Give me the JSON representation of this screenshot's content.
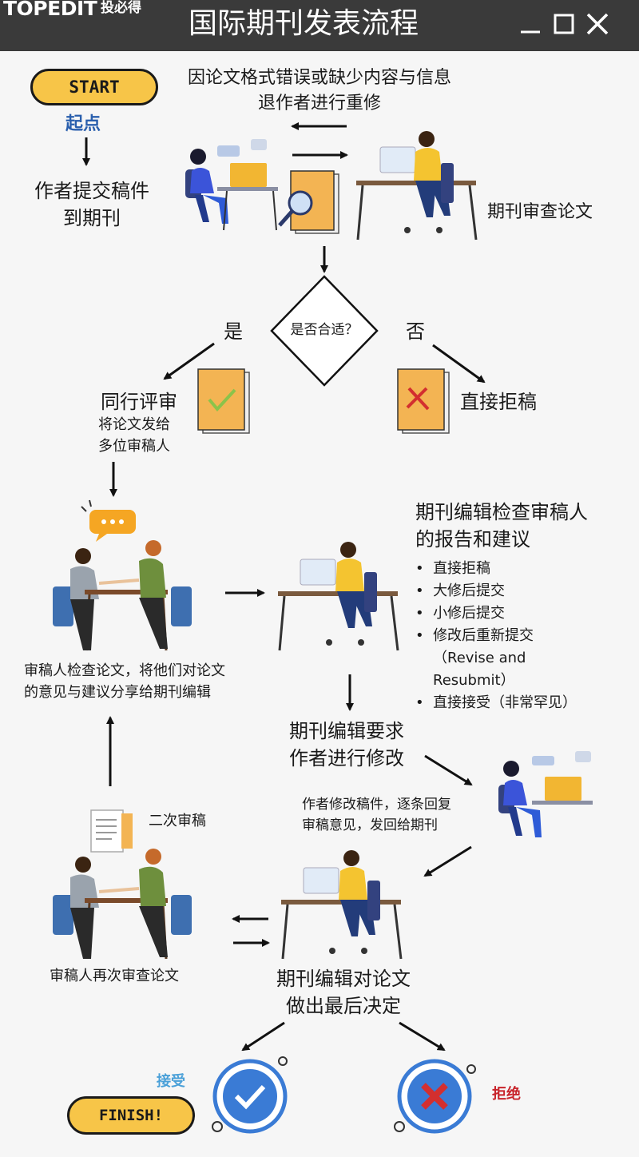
{
  "brand": {
    "logo": "TOPEDIT",
    "logo_cn": "投必得"
  },
  "window": {
    "title": "国际期刊发表流程"
  },
  "colors": {
    "titlebar": "#3a3a3a",
    "accent_yellow": "#f7c548",
    "accept_blue": "#3a7bd5",
    "reject_red": "#c8242b",
    "doc_orange": "#f3b453",
    "check_green": "#8bc34a"
  },
  "icons": [
    "minimize-icon",
    "maximize-icon",
    "close-icon",
    "magnifier-icon",
    "check-document-icon",
    "reject-document-icon",
    "chat-bubble-icon",
    "accept-circle-icon",
    "reject-circle-icon"
  ],
  "flow": {
    "start": "START",
    "start_label": "起点",
    "submit": [
      "作者提交稿件",
      "到期刊"
    ],
    "return_note": [
      "因论文格式错误或缺少内容与信息",
      "退作者进行重修"
    ],
    "journal_check": "期刊审查论文",
    "decision": "是否合适？",
    "yes": "是",
    "no": "否",
    "peer_review": {
      "title": "同行评审",
      "desc": [
        "将论文发给",
        "多位审稿人"
      ]
    },
    "desk_reject": "直接拒稿",
    "reviewers_share": [
      "审稿人检查论文，将他们对论文",
      "的意见与建议分享给期刊编辑"
    ],
    "editor_check": {
      "title": [
        "期刊编辑检查审稿人",
        "的报告和建议"
      ],
      "options": [
        "直接拒稿",
        "大修后提交",
        "小修后提交",
        "修改后重新提交",
        "（Revise and",
        "Resubmit）",
        "直接接受（非常罕见）"
      ]
    },
    "editor_request": [
      "期刊编辑要求",
      "作者进行修改"
    ],
    "author_revise": [
      "作者修改稿件，逐条回复",
      "审稿意见，发回给期刊"
    ],
    "second_review": "二次审稿",
    "reviewers_again": "审稿人再次审查论文",
    "final_decision": [
      "期刊编辑对论文",
      "做出最后决定"
    ],
    "accept": "接受",
    "reject": "拒绝",
    "finish": "FINISH!"
  }
}
